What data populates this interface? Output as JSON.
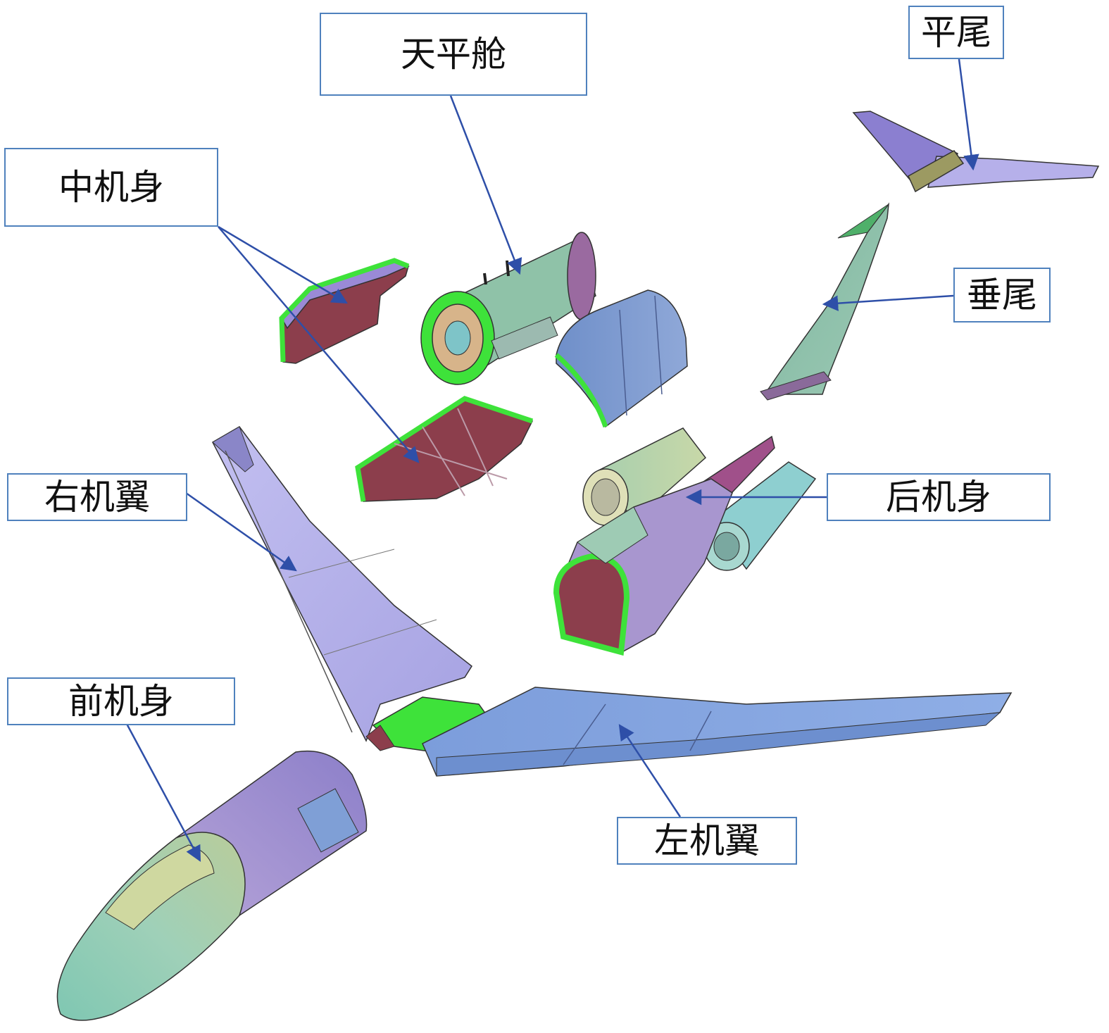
{
  "labels": {
    "tianpingcang": "天平舱",
    "pingwei": "平尾",
    "zhongjishen": "中机身",
    "chuiwei": "垂尾",
    "youjiyi": "右机翼",
    "houjishen": "后机身",
    "qianjishen": "前机身",
    "zuojiyi": "左机翼"
  },
  "colors": {
    "leader_line": "#2e4fa8",
    "label_border": "#4f81bd",
    "skin_purple": "#a9a3e6",
    "skin_blue": "#7f9fd6",
    "skin_teal": "#86bfa6",
    "frame_green": "#3ee23a",
    "panel_maroon": "#8a3c4a"
  }
}
